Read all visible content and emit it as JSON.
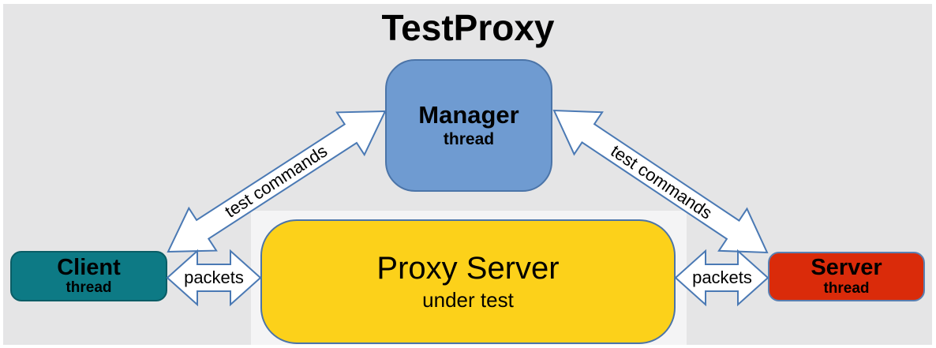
{
  "title": "TestProxy",
  "diagram": {
    "nodes": {
      "manager": {
        "label": "Manager",
        "sublabel": "thread",
        "fill": "#6f9bd1"
      },
      "client": {
        "label": "Client",
        "sublabel": "thread",
        "fill": "#0d7a85"
      },
      "server": {
        "label": "Server",
        "sublabel": "thread",
        "fill": "#da2b0a"
      },
      "proxy": {
        "label": "Proxy Server",
        "sublabel": "under test",
        "fill": "#fcd11a"
      }
    },
    "edges": {
      "client_manager": {
        "label": "test commands",
        "type": "double-arrow"
      },
      "manager_server": {
        "label": "test commands",
        "type": "double-arrow"
      },
      "client_proxy": {
        "label": "packets",
        "type": "double-arrow"
      },
      "proxy_server": {
        "label": "packets",
        "type": "double-arrow"
      }
    },
    "colors": {
      "background": "#e5e5e6",
      "frame": "#ffffff",
      "panel": "#f4f4f5",
      "arrow_fill": "#ffffff",
      "arrow_outline": "#4a79b4",
      "text": "#000000"
    }
  }
}
